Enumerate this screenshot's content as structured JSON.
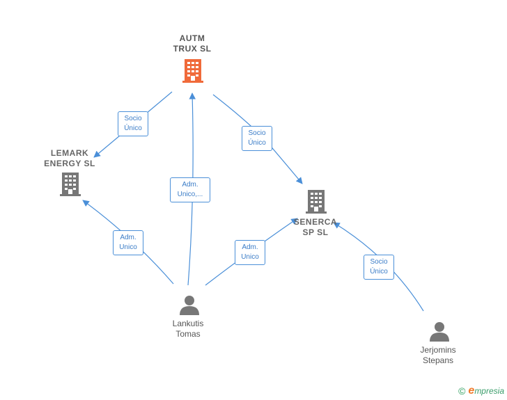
{
  "nodes": {
    "autm": {
      "line1": "AUTM",
      "line2": "TRUX  SL",
      "color": "#f06a3a"
    },
    "lemark": {
      "line1": "LEMARK",
      "line2": "ENERGY  SL",
      "color": "#777777"
    },
    "senerca": {
      "line1": "SENERCA",
      "line2": "SP  SL",
      "color": "#777777"
    },
    "lankutis": {
      "line1": "Lankutis",
      "line2": "Tomas",
      "color": "#777777"
    },
    "jerjomins": {
      "line1": "Jerjomins",
      "line2": "Stepans",
      "color": "#777777"
    }
  },
  "edges": {
    "autm_lemark": {
      "line1": "Socio",
      "line2": "Único"
    },
    "autm_senerca": {
      "line1": "Socio",
      "line2": "Único"
    },
    "lankutis_autm": {
      "line1": "Adm.",
      "line2": "Unico,..."
    },
    "lankutis_lemark": {
      "line1": "Adm.",
      "line2": "Unico"
    },
    "lankutis_senerca": {
      "line1": "Adm.",
      "line2": "Unico"
    },
    "jerjomins_senerca": {
      "line1": "Socio",
      "line2": "Único"
    }
  },
  "edge_color": "#4a8fd8",
  "footer": {
    "copyright": "©",
    "brand_initial": "e",
    "brand_rest": "mpresia"
  }
}
